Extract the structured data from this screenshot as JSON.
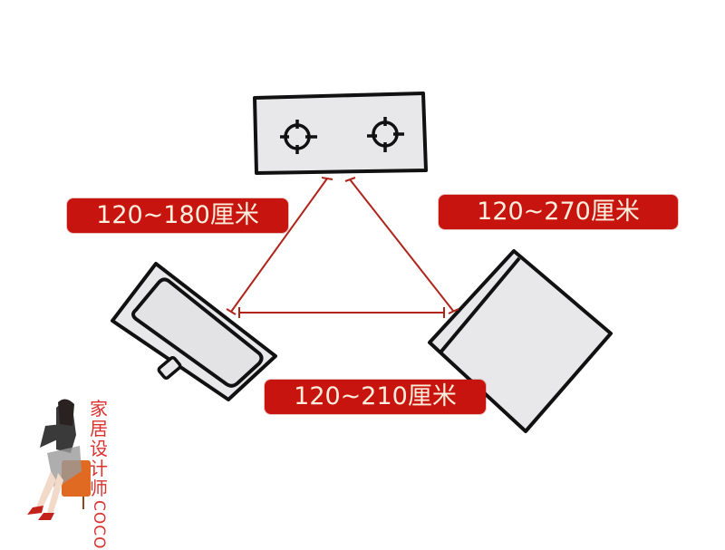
{
  "diagram": {
    "type": "kitchen-work-triangle",
    "nodes": [
      {
        "id": "stove",
        "name": "cooktop with two burners"
      },
      {
        "id": "sink",
        "name": "sink"
      },
      {
        "id": "fridge",
        "name": "refrigerator"
      }
    ],
    "edges": [
      {
        "from": "stove",
        "to": "sink",
        "label": "120~180厘米"
      },
      {
        "from": "stove",
        "to": "fridge",
        "label": "120~270厘米"
      },
      {
        "from": "sink",
        "to": "fridge",
        "label": "120~210厘米"
      }
    ]
  },
  "labels": {
    "stove_sink": "120~180厘米",
    "stove_fridge": "120~270厘米",
    "sink_fridge": "120~210厘米"
  },
  "watermark": {
    "chinese": "家居设计师",
    "latin": "COCO"
  },
  "colors": {
    "label_bg": "#c8140e",
    "label_text": "#fbeedc",
    "line": "#b0241a",
    "appliance_fill": "#e8e8ea",
    "outline": "#111111",
    "watermark": "#d9322f"
  }
}
